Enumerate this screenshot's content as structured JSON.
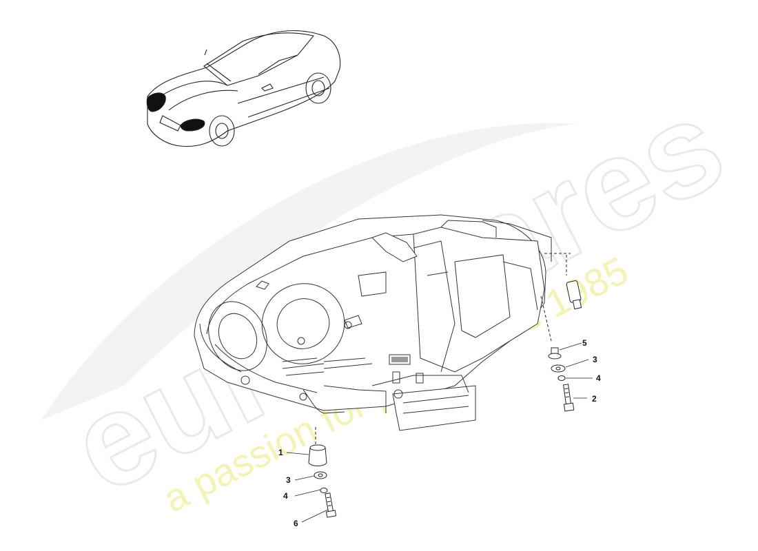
{
  "watermark": {
    "brand": "eurospares",
    "tagline": "a passion for parts since 1985",
    "tagline_color": "#f2f1a6",
    "brand_color": "#e6e6e6"
  },
  "callouts": [
    {
      "id": "1",
      "label": "1"
    },
    {
      "id": "3a",
      "label": "3"
    },
    {
      "id": "4a",
      "label": "4"
    },
    {
      "id": "6",
      "label": "6"
    },
    {
      "id": "5",
      "label": "5"
    },
    {
      "id": "3b",
      "label": "3"
    },
    {
      "id": "4b",
      "label": "4"
    },
    {
      "id": "2",
      "label": "2"
    }
  ],
  "highlight_color": "#111111"
}
